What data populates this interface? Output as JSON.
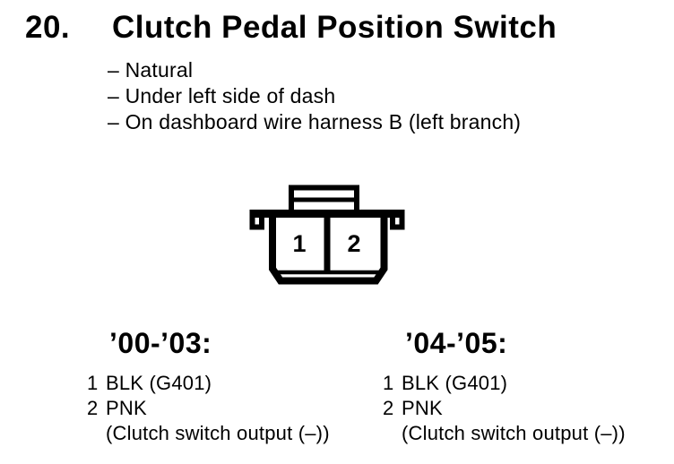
{
  "header": {
    "number": "20.",
    "title": "Clutch Pedal Position Switch",
    "bullets": [
      "– Natural",
      "– Under left side of dash",
      "– On dashboard wire harness B (left branch)"
    ]
  },
  "connector": {
    "cavity_labels": [
      "1",
      "2"
    ]
  },
  "pinouts": [
    {
      "years": "’00-’03:",
      "rows": [
        {
          "pin": "1",
          "wire": "BLK (G401)"
        },
        {
          "pin": "2",
          "wire": "PNK"
        }
      ],
      "note": "(Clutch switch output (–))"
    },
    {
      "years": "’04-’05:",
      "rows": [
        {
          "pin": "1",
          "wire": "BLK (G401)"
        },
        {
          "pin": "2",
          "wire": "PNK"
        }
      ],
      "note": "(Clutch switch output (–))"
    }
  ],
  "colors": {
    "ink": "#000000",
    "paper": "#ffffff"
  }
}
